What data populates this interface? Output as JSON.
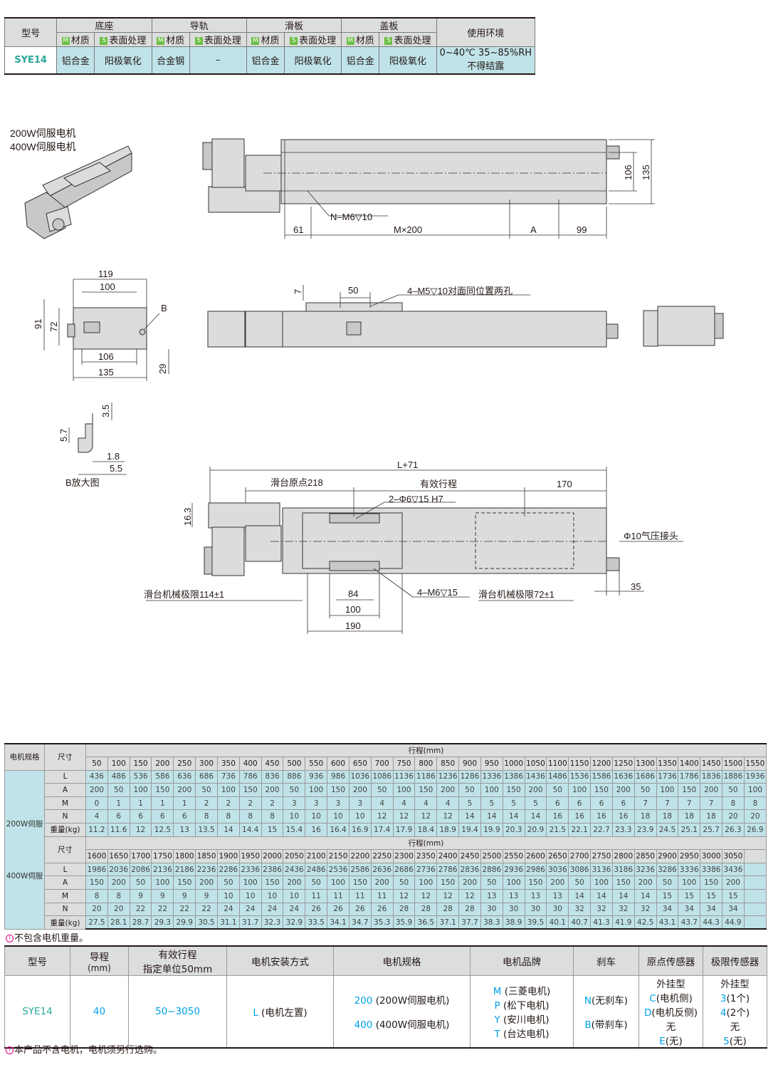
{
  "materials": {
    "model_header": "型号",
    "groups": [
      "底座",
      "导轨",
      "滑板",
      "盖板"
    ],
    "env_header": "使用环境",
    "sub_m": "M",
    "sub_m_label": "材质",
    "sub_s": "S",
    "sub_s_label": "表面处理",
    "row": {
      "model": "SYE14",
      "values": [
        "铝合金",
        "阳极氧化",
        "合金钢",
        "–",
        "铝合金",
        "阳极氧化",
        "铝合金",
        "阳极氧化"
      ],
      "env_line1": "0~40℃ 35~85%RH",
      "env_line2": "不得结露"
    }
  },
  "drawing": {
    "motor_label_1": "200W伺服电机",
    "motor_label_2": "400W伺服电机",
    "top_view": {
      "hole_note": "N–M6▽10",
      "dims": [
        "61",
        "M×200",
        "A",
        "99",
        "106",
        "135"
      ]
    },
    "end_view": {
      "dims": [
        "119",
        "100",
        "91",
        "72",
        "106",
        "135",
        "29"
      ],
      "label_b": "B"
    },
    "side_view": {
      "dim_7": "7",
      "dim_50": "50",
      "hole_note": "4–M5▽10对面同位置两孔"
    },
    "detail_b": {
      "dims": [
        "3.5",
        "5.7",
        "1.8",
        "5.5"
      ],
      "caption": "B放大图"
    },
    "bottom_view": {
      "dims": [
        "L+71",
        "滑台原点218",
        "有效行程",
        "170",
        "16.3",
        "84",
        "100",
        "190",
        "35"
      ],
      "pin_note": "2–Φ6▽15 H7",
      "air_note": "Φ10气压接头",
      "tap_note": "4–M6▽15",
      "limit_left": "滑台机械极限114±1",
      "limit_right": "滑台机械极限72±1"
    }
  },
  "stroke_table": {
    "motor_header": "电机规格",
    "size_header": "尺寸",
    "stroke_header": "行程(mm)",
    "motor_200": "200W伺服",
    "motor_400": "400W伺服",
    "row_labels": [
      "L",
      "A",
      "M",
      "N",
      "重量(kg)"
    ],
    "part1": {
      "strokes": [
        "50",
        "100",
        "150",
        "200",
        "250",
        "300",
        "350",
        "400",
        "450",
        "500",
        "550",
        "600",
        "650",
        "700",
        "750",
        "800",
        "850",
        "900",
        "950",
        "1000",
        "1050",
        "1100",
        "1150",
        "1200",
        "1250",
        "1300",
        "1350",
        "1400",
        "1450",
        "1500",
        "1550"
      ],
      "L": [
        "436",
        "486",
        "536",
        "586",
        "636",
        "686",
        "736",
        "786",
        "836",
        "886",
        "936",
        "986",
        "1036",
        "1086",
        "1136",
        "1186",
        "1236",
        "1286",
        "1336",
        "1386",
        "1436",
        "1486",
        "1536",
        "1586",
        "1636",
        "1686",
        "1736",
        "1786",
        "1836",
        "1886",
        "1936"
      ],
      "A": [
        "200",
        "50",
        "100",
        "150",
        "200",
        "50",
        "100",
        "150",
        "200",
        "50",
        "100",
        "150",
        "200",
        "50",
        "100",
        "150",
        "200",
        "50",
        "100",
        "150",
        "200",
        "50",
        "100",
        "150",
        "200",
        "50",
        "100",
        "150",
        "200",
        "50",
        "100"
      ],
      "M": [
        "0",
        "1",
        "1",
        "1",
        "1",
        "2",
        "2",
        "2",
        "2",
        "3",
        "3",
        "3",
        "3",
        "4",
        "4",
        "4",
        "4",
        "5",
        "5",
        "5",
        "5",
        "6",
        "6",
        "6",
        "6",
        "7",
        "7",
        "7",
        "7",
        "8",
        "8"
      ],
      "N": [
        "4",
        "6",
        "6",
        "6",
        "6",
        "8",
        "8",
        "8",
        "8",
        "10",
        "10",
        "10",
        "10",
        "12",
        "12",
        "12",
        "12",
        "14",
        "14",
        "14",
        "14",
        "16",
        "16",
        "16",
        "16",
        "18",
        "18",
        "18",
        "18",
        "20",
        "20"
      ],
      "W": [
        "11.2",
        "11.6",
        "12",
        "12.5",
        "13",
        "13.5",
        "14",
        "14.4",
        "15",
        "15.4",
        "16",
        "16.4",
        "16.9",
        "17.4",
        "17.9",
        "18.4",
        "18.9",
        "19.4",
        "19.9",
        "20.3",
        "20.9",
        "21.5",
        "22.1",
        "22.7",
        "23.3",
        "23.9",
        "24.5",
        "25.1",
        "25.7",
        "26.3",
        "26.9"
      ]
    },
    "part2": {
      "strokes": [
        "1600",
        "1650",
        "1700",
        "1750",
        "1800",
        "1850",
        "1900",
        "1950",
        "2000",
        "2050",
        "2100",
        "2150",
        "2200",
        "2250",
        "2300",
        "2350",
        "2400",
        "2450",
        "2500",
        "2550",
        "2600",
        "2650",
        "2700",
        "2750",
        "2800",
        "2850",
        "2900",
        "2950",
        "3000",
        "3050"
      ],
      "L": [
        "1986",
        "2036",
        "2086",
        "2136",
        "2186",
        "2236",
        "2286",
        "2336",
        "2386",
        "2436",
        "2486",
        "2536",
        "2586",
        "2636",
        "2686",
        "2736",
        "2786",
        "2836",
        "2886",
        "2936",
        "2986",
        "3036",
        "3086",
        "3136",
        "3186",
        "3236",
        "3286",
        "3336",
        "3386",
        "3436"
      ],
      "A": [
        "150",
        "200",
        "50",
        "100",
        "150",
        "200",
        "50",
        "100",
        "150",
        "200",
        "50",
        "100",
        "150",
        "200",
        "50",
        "100",
        "150",
        "200",
        "50",
        "100",
        "150",
        "200",
        "50",
        "100",
        "150",
        "200",
        "50",
        "100",
        "150",
        "200"
      ],
      "M": [
        "8",
        "8",
        "9",
        "9",
        "9",
        "9",
        "10",
        "10",
        "10",
        "10",
        "11",
        "11",
        "11",
        "11",
        "12",
        "12",
        "12",
        "12",
        "13",
        "13",
        "13",
        "13",
        "14",
        "14",
        "14",
        "14",
        "15",
        "15",
        "15",
        "15"
      ],
      "N": [
        "20",
        "20",
        "22",
        "22",
        "22",
        "22",
        "24",
        "24",
        "24",
        "24",
        "26",
        "26",
        "26",
        "26",
        "28",
        "28",
        "28",
        "28",
        "30",
        "30",
        "30",
        "30",
        "32",
        "32",
        "32",
        "32",
        "34",
        "34",
        "34",
        "34"
      ],
      "W": [
        "27.5",
        "28.1",
        "28.7",
        "29.3",
        "29.9",
        "30.5",
        "31.1",
        "31.7",
        "32.3",
        "32.9",
        "33.5",
        "34.1",
        "34.7",
        "35.3",
        "35.9",
        "36.5",
        "37.1",
        "37.7",
        "38.3",
        "38.9",
        "39.5",
        "40.1",
        "40.7",
        "41.3",
        "41.9",
        "42.5",
        "43.1",
        "43.7",
        "44.3",
        "44.9"
      ]
    },
    "note": "不包含电机重量。"
  },
  "order_table": {
    "headers": {
      "model": "型号",
      "lead": "导程",
      "lead_unit": "(mm)",
      "stroke": "有效行程",
      "stroke_sub": "指定单位50mm",
      "mount": "电机安装方式",
      "motor_spec": "电机规格",
      "brand": "电机品牌",
      "brake": "刹车",
      "origin": "原点传感器",
      "limit": "极限传感器"
    },
    "row": {
      "model": "SYE14",
      "lead": "40",
      "stroke": "50~3050",
      "mount_code": "L",
      "mount_text": "(电机左置)",
      "spec_1_code": "200",
      "spec_1_text": "(200W伺服电机)",
      "spec_2_code": "400",
      "spec_2_text": "(400W伺服电机)",
      "brand_codes": [
        "M",
        "P",
        "Y",
        "T"
      ],
      "brand_texts": [
        "(三菱电机)",
        "(松下电机)",
        "(安川电机)",
        "(台达电机)"
      ],
      "brake_1_code": "N",
      "brake_1_text": "(无刹车)",
      "brake_2_code": "B",
      "brake_2_text": "(带刹车)",
      "origin_title": "外挂型",
      "origin_1_code": "C",
      "origin_1_text": "(电机侧)",
      "origin_2_code": "D",
      "origin_2_text": "(电机反侧)",
      "origin_3_text": "无",
      "origin_4_code": "E",
      "origin_4_text": "(无)",
      "limit_title": "外挂型",
      "limit_1_code": "3",
      "limit_1_text": "(1个)",
      "limit_2_code": "4",
      "limit_2_text": "(2个)",
      "limit_3_text": "无",
      "limit_4_code": "5",
      "limit_4_text": "(无)"
    },
    "note": "本产品不含电机，电机须另行选购。",
    "warn_glyph": "!"
  }
}
